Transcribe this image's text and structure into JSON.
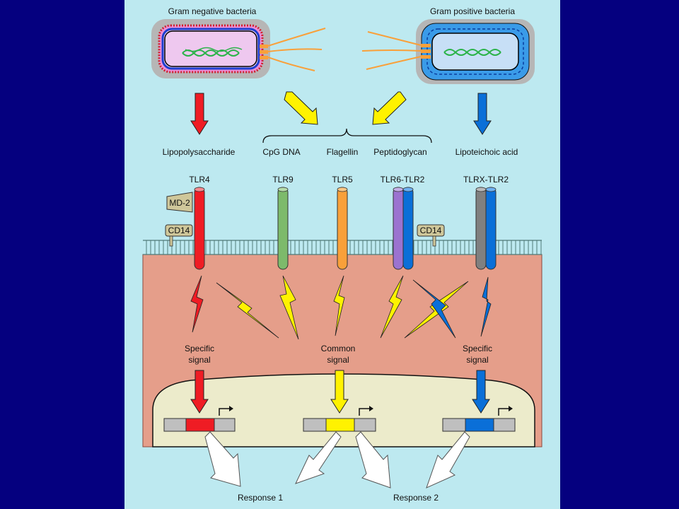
{
  "bacteria": {
    "gram_negative": "Gram negative bacteria",
    "gram_positive": "Gram positive bacteria"
  },
  "ligands": {
    "lps": "Lipopolysaccharide",
    "cpg": "CpG DNA",
    "flagellin": "Flagellin",
    "peptidoglycan": "Peptidoglycan",
    "lipoteichoic": "Lipoteichoic acid"
  },
  "receptors": {
    "tlr4": "TLR4",
    "tlr9": "TLR9",
    "tlr5": "TLR5",
    "tlr6_tlr2": "TLR6-TLR2",
    "tlrx_tlr2": "TLRX-TLR2"
  },
  "coreceptors": {
    "md2": "MD-2",
    "cd14_left": "CD14",
    "cd14_right": "CD14"
  },
  "signals": {
    "specific_left_1": "Specific",
    "specific_left_2": "signal",
    "common_1": "Common",
    "common_2": "signal",
    "specific_right_1": "Specific",
    "specific_right_2": "signal"
  },
  "responses": {
    "r1": "Response 1",
    "r2": "Response 2"
  },
  "colors": {
    "background": "#05007f",
    "panel": "#bde9f0",
    "cytoplasm": "#e59e8a",
    "nucleus": "#ecebcb",
    "red": "#ef1c24",
    "yellow": "#fff200",
    "blue": "#0a6fd8",
    "green": "#7dba6b",
    "orange": "#f9a03a",
    "purple": "#9b73d0",
    "gray": "#808080"
  }
}
